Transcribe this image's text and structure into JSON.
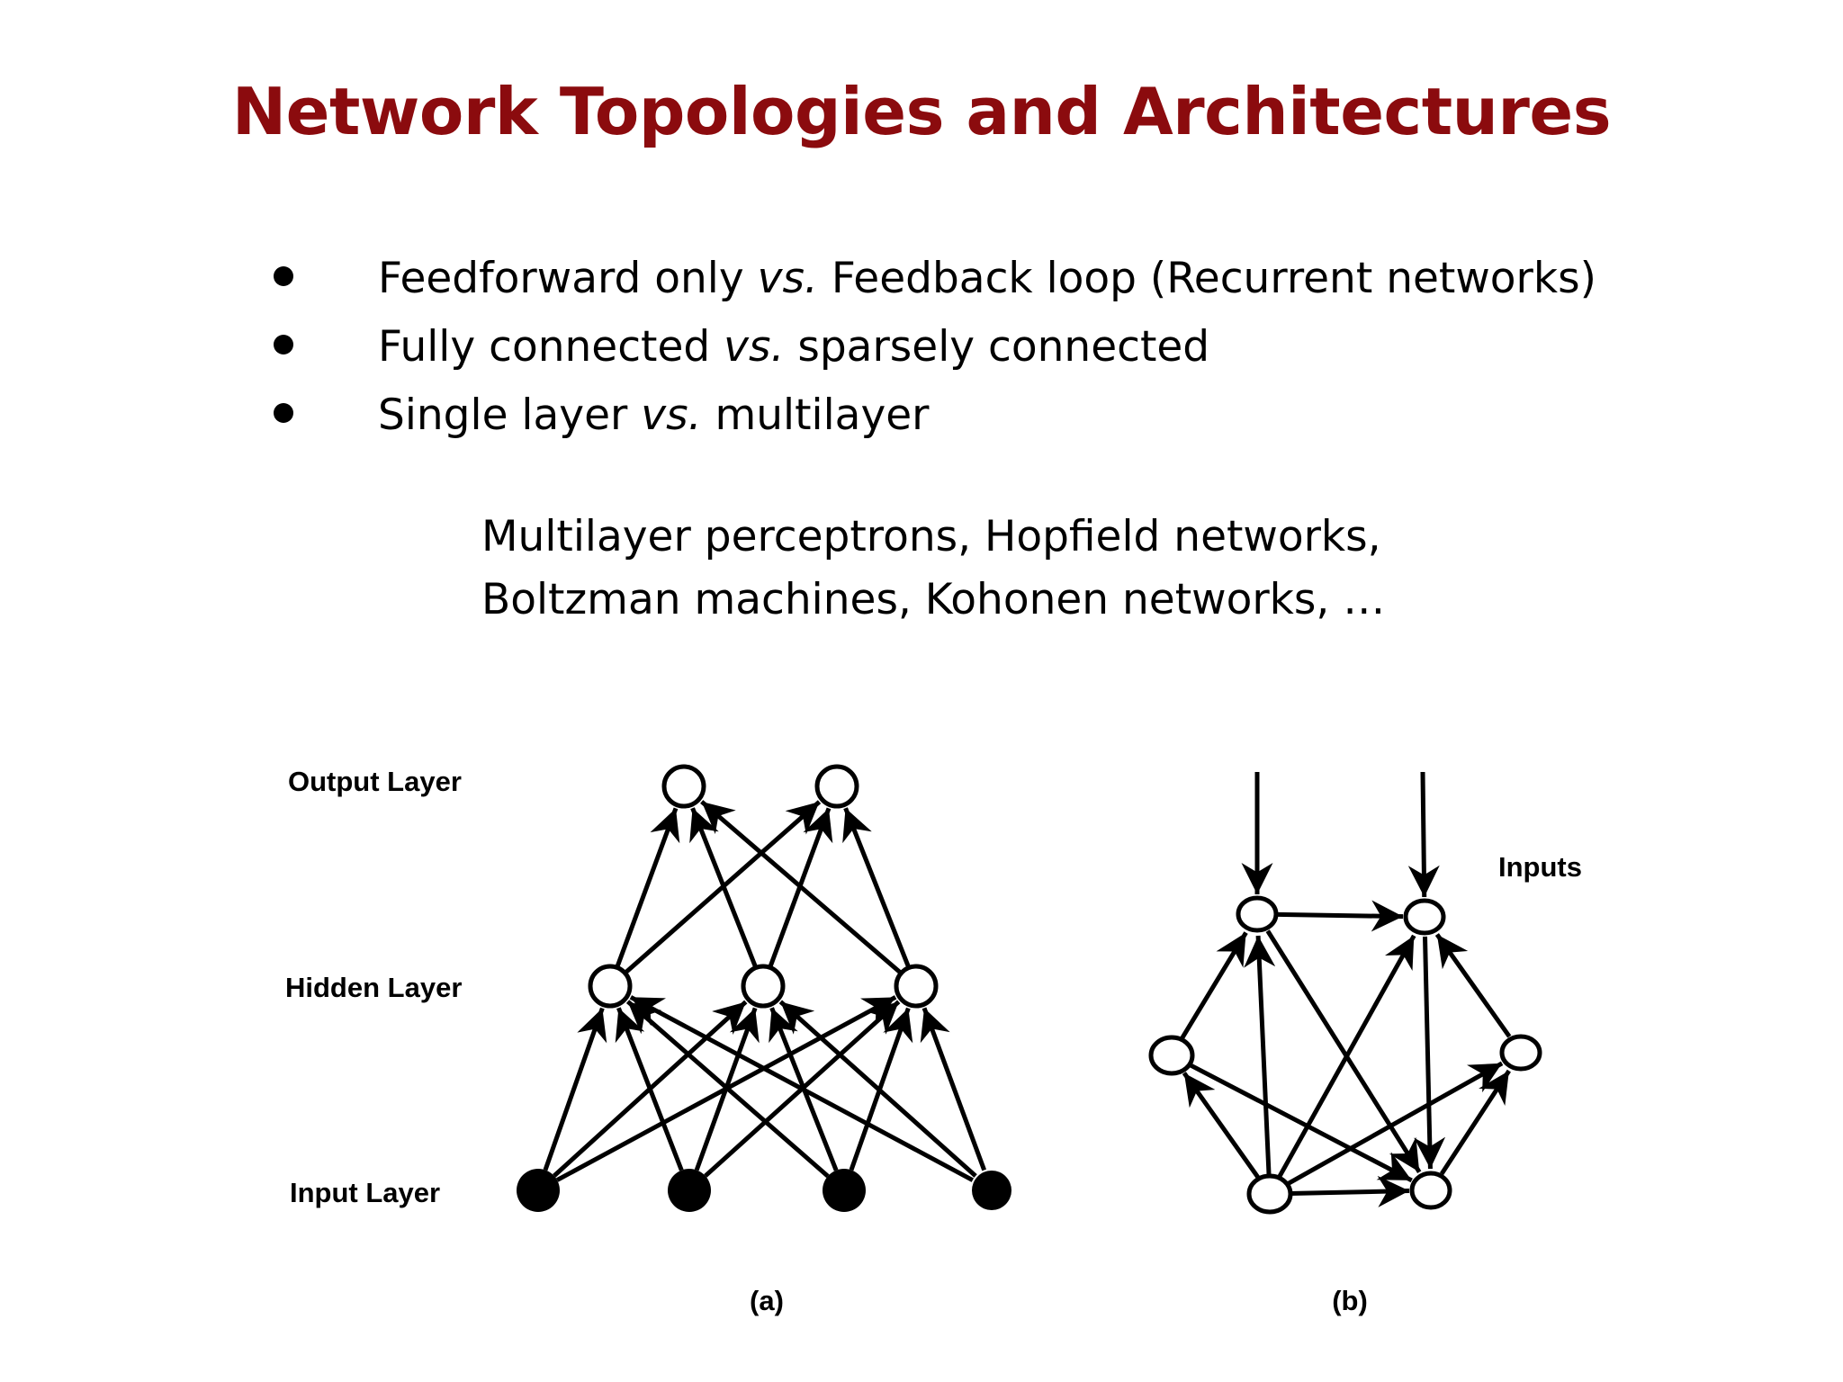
{
  "slide": {
    "title": "Network Topologies and Architectures",
    "bullets": [
      {
        "before": "Feedforward only ",
        "vs": "vs.",
        "after": " Feedback loop (Recurrent networks)"
      },
      {
        "before": "Fully connected ",
        "vs": "vs.",
        "after": " sparsely connected"
      },
      {
        "before": "Single layer ",
        "vs": "vs.",
        "after": " multilayer"
      }
    ],
    "examples": [
      "Multilayer perceptrons, Hopfield networks,",
      "Boltzman machines, Kohonen networks, …"
    ]
  },
  "figure_a": {
    "output_layer_label": "Output Layer",
    "hidden_layer_label": "Hidden Layer",
    "input_layer_label": "Input Layer",
    "caption": "(a)"
  },
  "figure_b": {
    "inputs_label": "Inputs",
    "caption": "(b)"
  }
}
